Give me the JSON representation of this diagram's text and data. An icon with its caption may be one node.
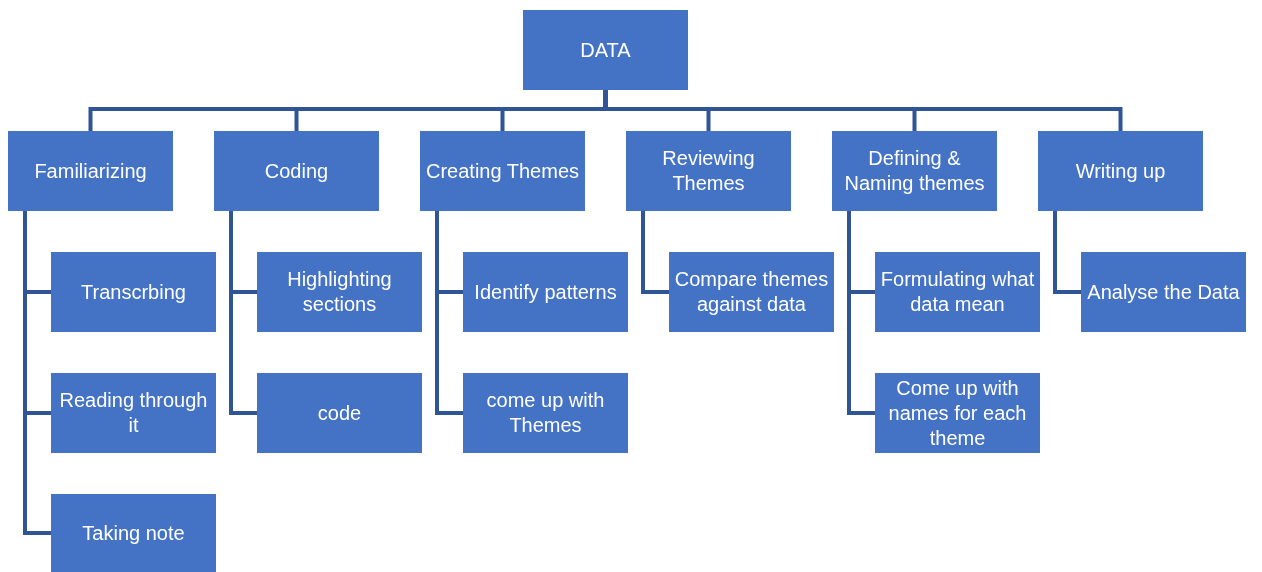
{
  "diagram": {
    "nodes": [
      {
        "text": [
          "DATA"
        ]
      },
      {
        "text": [
          "Familiarizing"
        ]
      },
      {
        "text": [
          "Transcrbing"
        ]
      },
      {
        "text": [
          "Reading through it"
        ]
      },
      {
        "text": [
          "Taking note"
        ]
      },
      {
        "text": [
          "Coding"
        ]
      },
      {
        "text": [
          "Highlighting sections"
        ]
      },
      {
        "text": [
          "code"
        ]
      },
      {
        "text": [
          "Creating Themes"
        ]
      },
      {
        "text": [
          "Identify patterns"
        ]
      },
      {
        "text": [
          "come up with Themes"
        ]
      },
      {
        "text": [
          "Reviewing Themes"
        ]
      },
      {
        "text": [
          "Compare themes against data"
        ]
      },
      {
        "text": [
          "Defining & Naming themes"
        ]
      },
      {
        "text": [
          "Formulating what data mean"
        ]
      },
      {
        "text": [
          "Come up with names for each theme"
        ]
      },
      {
        "text": [
          "Writing up"
        ]
      },
      {
        "text": [
          "Analyse the Data"
        ]
      }
    ],
    "edges": [
      {
        "from": 0,
        "to": 1,
        "arrow": "none"
      },
      {
        "from": 0,
        "to": 5,
        "arrow": "none"
      },
      {
        "from": 0,
        "to": 8,
        "arrow": "none"
      },
      {
        "from": 0,
        "to": 11,
        "arrow": "none"
      },
      {
        "from": 0,
        "to": 13,
        "arrow": "none"
      },
      {
        "from": 0,
        "to": 16,
        "arrow": "none"
      },
      {
        "from": 1,
        "to": 2,
        "arrow": "none"
      },
      {
        "from": 1,
        "to": 3,
        "arrow": "none"
      },
      {
        "from": 1,
        "to": 4,
        "arrow": "none"
      },
      {
        "from": 5,
        "to": 6,
        "arrow": "none"
      },
      {
        "from": 5,
        "to": 7,
        "arrow": "none"
      },
      {
        "from": 8,
        "to": 9,
        "arrow": "none"
      },
      {
        "from": 8,
        "to": 10,
        "arrow": "none"
      },
      {
        "from": 11,
        "to": 12,
        "arrow": "none"
      },
      {
        "from": 13,
        "to": 14,
        "arrow": "none"
      },
      {
        "from": 13,
        "to": 15,
        "arrow": "none"
      },
      {
        "from": 16,
        "to": 17,
        "arrow": "none"
      }
    ]
  }
}
